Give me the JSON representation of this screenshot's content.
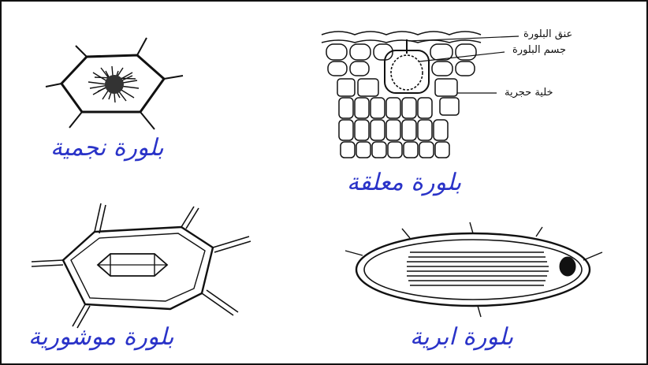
{
  "figure": {
    "captions": {
      "star": "بلورة نجمية",
      "suspended": "بلورة معلقة",
      "prismatic": "بلورة موشورية",
      "needle": "بلورة ابرية"
    },
    "callouts": {
      "stalk": "عنق البلورة",
      "body": "جسم البلورة",
      "stone_cell": "خلية حجرية"
    },
    "caption_color": "#2a33c8"
  }
}
